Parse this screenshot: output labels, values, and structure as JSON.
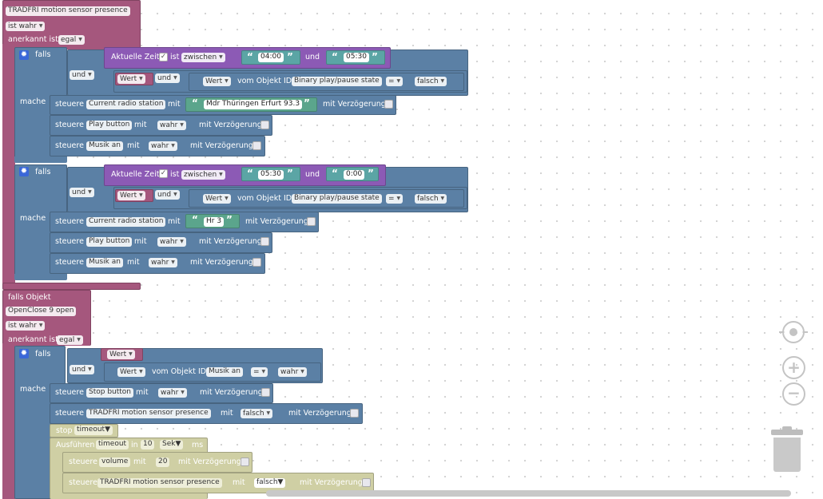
{
  "trigger1": {
    "object_name": "TRADFRI motion sensor  presence",
    "value_dd": "ist wahr",
    "ack_label": "anerkannt ist",
    "ack_dd": "egal"
  },
  "if1": {
    "falls": "falls",
    "mache": "mache",
    "time": {
      "label": "Aktuelle Zeit",
      "ist": "ist",
      "op": "zwischen",
      "from": "04:00",
      "und": "und",
      "to": "05:30"
    },
    "und_dd": "und",
    "wert": "Wert",
    "und_dd2": "und",
    "obj_attr": "Wert",
    "obj_label": "vom Objekt ID",
    "obj_id": "Binary play/pause state",
    "eq": "=",
    "cmp_val": "falsch",
    "actions": [
      {
        "steuere": "steuere",
        "target": "Current radio station",
        "mit": "mit",
        "value": "Mdr Thüringen Erfurt 93.3",
        "delay": "mit Verzögerung"
      },
      {
        "steuere": "steuere",
        "target": "Play button",
        "mit": "mit",
        "value": "wahr",
        "delay": "mit Verzögerung"
      },
      {
        "steuere": "steuere",
        "target": "Musik an",
        "mit": "mit",
        "value": "wahr",
        "delay": "mit Verzögerung"
      }
    ]
  },
  "if2": {
    "falls": "falls",
    "mache": "mache",
    "time": {
      "label": "Aktuelle Zeit",
      "ist": "ist",
      "op": "zwischen",
      "from": "05:30",
      "und": "und",
      "to": "0:00"
    },
    "und_dd": "und",
    "wert": "Wert",
    "und_dd2": "und",
    "obj_attr": "Wert",
    "obj_label": "vom Objekt ID",
    "obj_id": "Binary play/pause state",
    "eq": "=",
    "cmp_val": "falsch",
    "actions": [
      {
        "steuere": "steuere",
        "target": "Current radio station",
        "mit": "mit",
        "value": "Hr 3",
        "delay": "mit Verzögerung"
      },
      {
        "steuere": "steuere",
        "target": "Play button",
        "mit": "mit",
        "value": "wahr",
        "delay": "mit Verzögerung"
      },
      {
        "steuere": "steuere",
        "target": "Musik an",
        "mit": "mit",
        "value": "wahr",
        "delay": "mit Verzögerung"
      }
    ]
  },
  "trigger2": {
    "title": "falls Objekt",
    "object_name": "OpenClose 9 open",
    "value_dd": "ist wahr",
    "ack_label": "anerkannt ist",
    "ack_dd": "egal"
  },
  "if3": {
    "falls": "falls",
    "mache": "mache",
    "wert": "Wert",
    "und_dd": "und",
    "obj_attr": "Wert",
    "obj_label": "vom Objekt ID",
    "obj_id": "Musik an",
    "eq": "=",
    "cmp_val": "wahr",
    "actions": [
      {
        "steuere": "steuere",
        "target": "Stop button",
        "mit": "mit",
        "value": "wahr",
        "delay": "mit Verzögerung"
      },
      {
        "steuere": "steuere",
        "target": "TRADFRI motion sensor  presence",
        "mit": "mit",
        "value": "falsch",
        "delay": "mit Verzögerung"
      }
    ],
    "stop": {
      "label": "stop",
      "dd": "timeout"
    },
    "timeout": {
      "label": "Ausführen",
      "name": "timeout",
      "in": "in",
      "amount": "10",
      "unit": "Sek",
      "ms": "ms",
      "actions": [
        {
          "steuere": "steuere",
          "target": "volume",
          "mit": "mit",
          "value": "20",
          "delay": "mit Verzögerung"
        },
        {
          "steuere": "steuere",
          "target": "TRADFRI motion sensor  presence",
          "mit": "mit",
          "value": "falsch",
          "delay": "mit Verzögerung"
        }
      ]
    }
  },
  "controls": {
    "recenter_icon": "crosshair-icon",
    "zoom_in_icon": "plus-icon",
    "zoom_out_icon": "minus-icon",
    "trash_icon": "trash-icon"
  }
}
